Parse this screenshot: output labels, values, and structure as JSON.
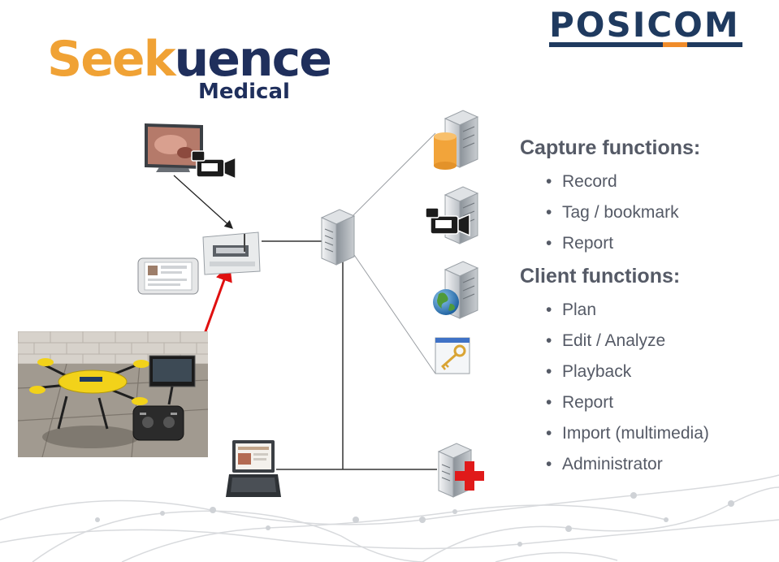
{
  "logos": {
    "seekuence": {
      "part1": "Seek",
      "part2": "uence",
      "sub": "Medical"
    },
    "posicom": {
      "text": "POSICOM"
    }
  },
  "capture": {
    "heading": "Capture functions:",
    "items": [
      "Record",
      "Tag / bookmark",
      "Report"
    ]
  },
  "client": {
    "heading": "Client functions:",
    "items": [
      "Plan",
      "Edit / Analyze",
      "Playback",
      "Report",
      "Import (multimedia)",
      "Administrator"
    ]
  },
  "colors": {
    "text": "#555a66",
    "seek_orange": "#f0a235",
    "navy": "#1f2f5c",
    "arrow_red": "#e01010",
    "drone_yellow": "#f2d21a"
  },
  "icons": [
    "monitor-icon",
    "video-camera-icon",
    "capture-device-icon",
    "tablet-icon",
    "server-icon",
    "database-server-icon",
    "video-server-icon",
    "web-server-icon",
    "key-icon",
    "medical-server-icon",
    "laptop-icon",
    "globe-icon"
  ]
}
